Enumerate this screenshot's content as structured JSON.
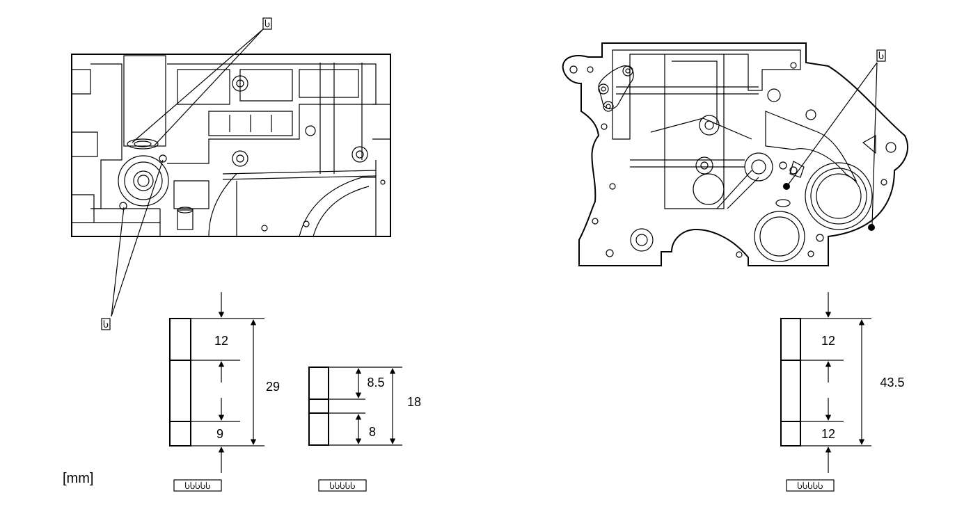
{
  "unit_label": "[mm]",
  "marker_glyph": "Ⴑ",
  "callout_code": "ႱႱႱႱႱ",
  "stud_a": {
    "top": "12",
    "bottom": "9",
    "total": "29"
  },
  "stud_b": {
    "top": "8.5",
    "bottom": "8",
    "total": "18"
  },
  "stud_c": {
    "top": "12",
    "bottom": "12",
    "total": "43.5"
  }
}
